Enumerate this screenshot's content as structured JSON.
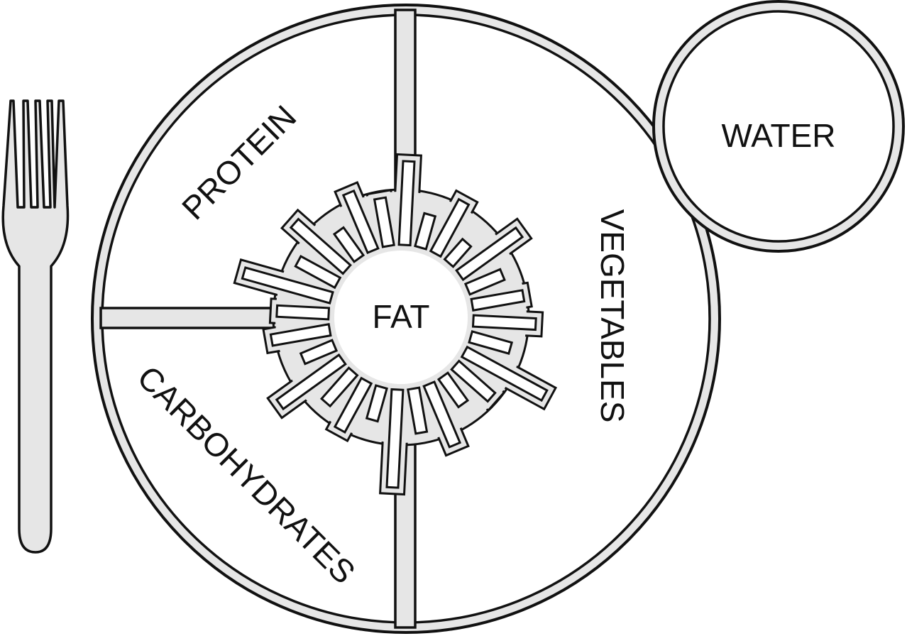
{
  "labels": {
    "protein": "PROTEIN",
    "vegetables": "VEGETABLES",
    "carbohydrates": "CARBOHYDRATES",
    "fat": "FAT",
    "water": "WATER"
  },
  "colors": {
    "outline": "#111111",
    "fill_light": "#e6e6e6",
    "background": "#ffffff"
  },
  "icons": [
    "fork-icon",
    "plate-icon",
    "water-glass-icon",
    "fat-burst-icon"
  ]
}
